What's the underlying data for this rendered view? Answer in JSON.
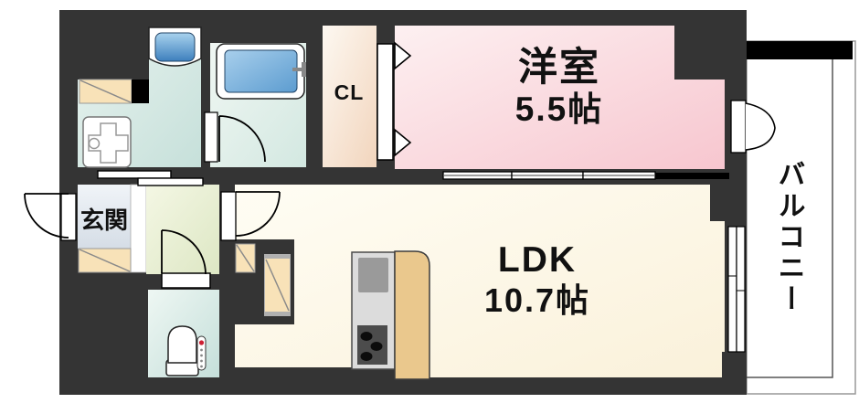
{
  "plan": {
    "type": "apartment-floor-plan",
    "rooms": {
      "western_room": {
        "label": "洋室",
        "size": "5.5帖",
        "fill": "#f8cbd3"
      },
      "ldk": {
        "label": "LDK",
        "size": "10.7帖",
        "fill": "#fdf9ec"
      },
      "closet": {
        "label": "CL",
        "fill": "#f4d9c2"
      },
      "entrance": {
        "label": "玄関",
        "fill": "#e3e9ef"
      },
      "balcony": {
        "label": "バルコニー",
        "fill": "#ffffff"
      },
      "hallway": {
        "fill": "#edf2d8"
      },
      "washroom": {
        "fill": "#d8eae4"
      },
      "bathroom": {
        "fill": "#e2efe9"
      },
      "toilet_room": {
        "fill": "#d9ece6"
      }
    },
    "colors": {
      "wall": "#343434",
      "balcony_bar": "#000000",
      "cabinet_beige": "#f8e2b8",
      "counter_beige": "#eac88d",
      "fixture_blue_light": "#a9d3ee",
      "fixture_blue_dark": "#3d7fbd",
      "stove_dark": "#4c4c4c",
      "outline": "#000000"
    },
    "fixtures": [
      "washbasin",
      "washing-machine-pan",
      "bathtub",
      "toilet",
      "kitchen-sink",
      "gas-stove",
      "kitchen-counter",
      "shoe-cabinet",
      "storage-cabinet",
      "pipe-space"
    ],
    "openings": [
      "entrance-swing-door",
      "bathroom-swing-door",
      "toilet-swing-door",
      "ldk-swing-door",
      "closet-folding-door",
      "washroom-sliding-door",
      "western-room-sliding-partition",
      "balcony-swing-door",
      "ldk-sliding-window"
    ]
  }
}
